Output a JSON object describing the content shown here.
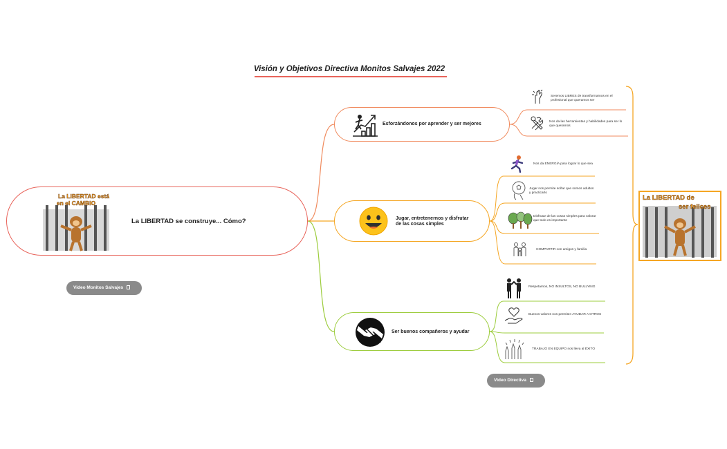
{
  "title": "Visión y Objetivos Directiva Monitos Salvajes 2022",
  "central": {
    "label": "La LIBERTAD se construye... Cómo?",
    "image_caption": "La LIBERTAD está en el CAMBIO"
  },
  "branches": [
    {
      "label": "Esforzándonos por aprender y ser mejores",
      "icon": "climbing-stairs-icon",
      "color": "#f08a5d",
      "leaves": [
        {
          "text": "Seremos LIBRES de transformarnos en el profesional que queramos ser",
          "icon": "hand-sparkle-icon"
        },
        {
          "text": "Nos da las herramientas y habilidades para ser lo que queramos",
          "icon": "tools-icon"
        }
      ]
    },
    {
      "label": "Jugar, entretenernos y disfrutar de las cosas simples",
      "icon": "smiley-icon",
      "color": "#f5a623",
      "leaves": [
        {
          "text": "Nos da ENERGÍA para lograr lo que sea",
          "icon": "runner-icon"
        },
        {
          "text": "Jugar nos permite soñar que somos adultos y practicarlo",
          "icon": "soccer-icon"
        },
        {
          "text": "Disfrutar de las cosas simples para valorar que todo es importante",
          "icon": "trees-icon"
        },
        {
          "text": "COMPARTIR con amigos y familia",
          "icon": "family-icon"
        }
      ]
    },
    {
      "label": "Ser buenos compañeros y ayudar",
      "icon": "helping-hands-icon",
      "color": "#9ccc3c",
      "leaves": [
        {
          "text": "Respetarnos, NO INSULTOS, NO BULLYING",
          "icon": "two-people-icon"
        },
        {
          "text": "Buenos valores nos permiten AYUDAR A OTROS",
          "icon": "heart-hand-icon"
        },
        {
          "text": "TRABAJO EN EQUIPO nos lleva al ÉXITO",
          "icon": "team-hands-icon"
        }
      ]
    }
  ],
  "summary": {
    "image_caption": "La LIBERTAD de ser felices"
  },
  "buttons": {
    "video_monitos": "Video Monitos Salvajes",
    "video_directiva": "Video Directiva"
  },
  "colors": {
    "central_border": "#e8635a",
    "branch1": "#f08a5d",
    "branch2": "#f5a623",
    "branch3": "#9ccc3c",
    "summary_bracket": "#f5a623",
    "pill": "#8a8a8a"
  }
}
